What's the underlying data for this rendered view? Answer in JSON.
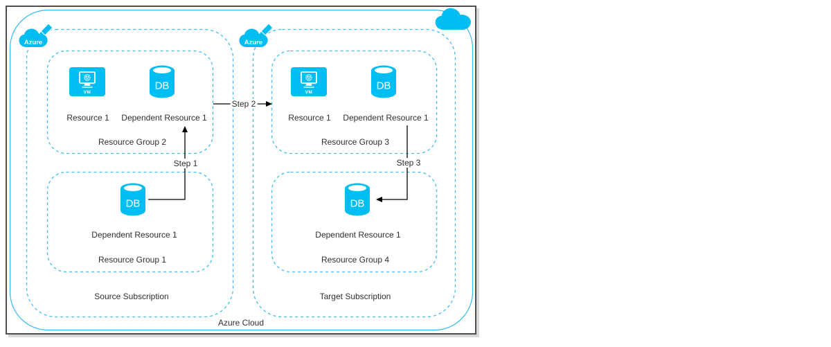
{
  "colors": {
    "azure_blue": "#00BEF2",
    "dashed_border": "#3FBDF3",
    "solid_border": "#35BAF3",
    "frame_border": "#4D4D4D",
    "frame_shadow": "#D9D9D9",
    "label_text": "#2F2F2F",
    "arrow": "#000000"
  },
  "cloud_label": "Azure Cloud",
  "subscriptions": [
    {
      "label": "Source Subscription",
      "badge": "Azure",
      "groups": [
        {
          "label": "Resource Group 2",
          "resources": [
            {
              "kind": "virtual-machine",
              "badge": "VM",
              "label": "Resource 1"
            },
            {
              "kind": "database",
              "badge": "DB",
              "label": "Dependent Resource 1"
            }
          ]
        },
        {
          "label": "Resource Group 1",
          "resources": [
            {
              "kind": "database",
              "badge": "DB",
              "label": "Dependent Resource 1"
            }
          ]
        }
      ]
    },
    {
      "label": "Target Subscription",
      "badge": "Azure",
      "groups": [
        {
          "label": "Resource Group 3",
          "resources": [
            {
              "kind": "virtual-machine",
              "badge": "VM",
              "label": "Resource 1"
            },
            {
              "kind": "database",
              "badge": "DB",
              "label": "Dependent Resource 1"
            }
          ]
        },
        {
          "label": "Resource Group 4",
          "resources": [
            {
              "kind": "database",
              "badge": "DB",
              "label": "Dependent Resource 1"
            }
          ]
        }
      ]
    }
  ],
  "steps": [
    {
      "label": "Step 1",
      "from": "Dependent Resource 1 in Resource Group 1",
      "to": "Dependent Resource 1 in Resource Group 2"
    },
    {
      "label": "Step 2",
      "from": "Resource Group 2",
      "to": "Resource Group 3"
    },
    {
      "label": "Step 3",
      "from": "Dependent Resource 1 in Resource Group 3",
      "to": "Dependent Resource 1 in Resource Group 4"
    }
  ]
}
